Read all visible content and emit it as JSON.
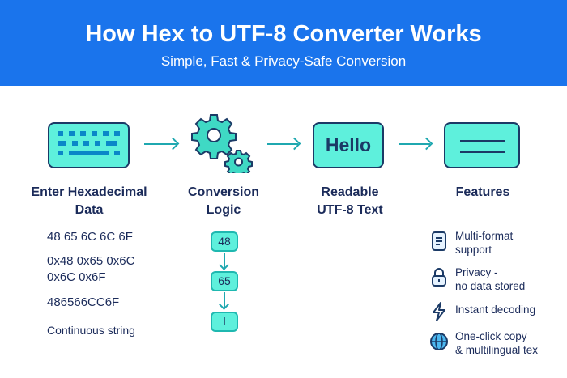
{
  "header": {
    "title": "How Hex to UTF-8 Converter Works",
    "subtitle": "Simple, Fast & Privacy-Safe Conversion"
  },
  "steps": [
    {
      "label_line1": "Enter Hexadecimal",
      "label_line2": "Data",
      "icon": "keyboard-icon"
    },
    {
      "label_line1": "Conversion",
      "label_line2": "Logic",
      "icon": "gears-icon"
    },
    {
      "label_line1": "Readable",
      "label_line2": "UTF-8 Text",
      "icon": "text-box-icon",
      "box_text": "Hello"
    },
    {
      "label_line1": "Features",
      "icon": "card-icon"
    }
  ],
  "hex_examples": {
    "spaced": "48 65 6C 6C 6F",
    "prefixed_line1": "0x48 0x65 0x6C",
    "prefixed_line2": "0x6C 0x6F",
    "continuous": "486566CC6F",
    "continuous_label": "Continuous string"
  },
  "conversion_chain": [
    "48",
    "65",
    "l"
  ],
  "features": [
    {
      "icon": "document-icon",
      "line1": "Multi-format",
      "line2": "support"
    },
    {
      "icon": "lock-icon",
      "line1": "Privacy -",
      "line2": "no data stored"
    },
    {
      "icon": "lightning-icon",
      "line1": "Instant decoding"
    },
    {
      "icon": "globe-icon",
      "line1": "One-click copy",
      "line2": "& multilingual tex"
    }
  ],
  "colors": {
    "header": "#1a74ec",
    "accent": "#5ef0dc",
    "arrow": "#1fa8b0",
    "text": "#1b2b5a"
  }
}
